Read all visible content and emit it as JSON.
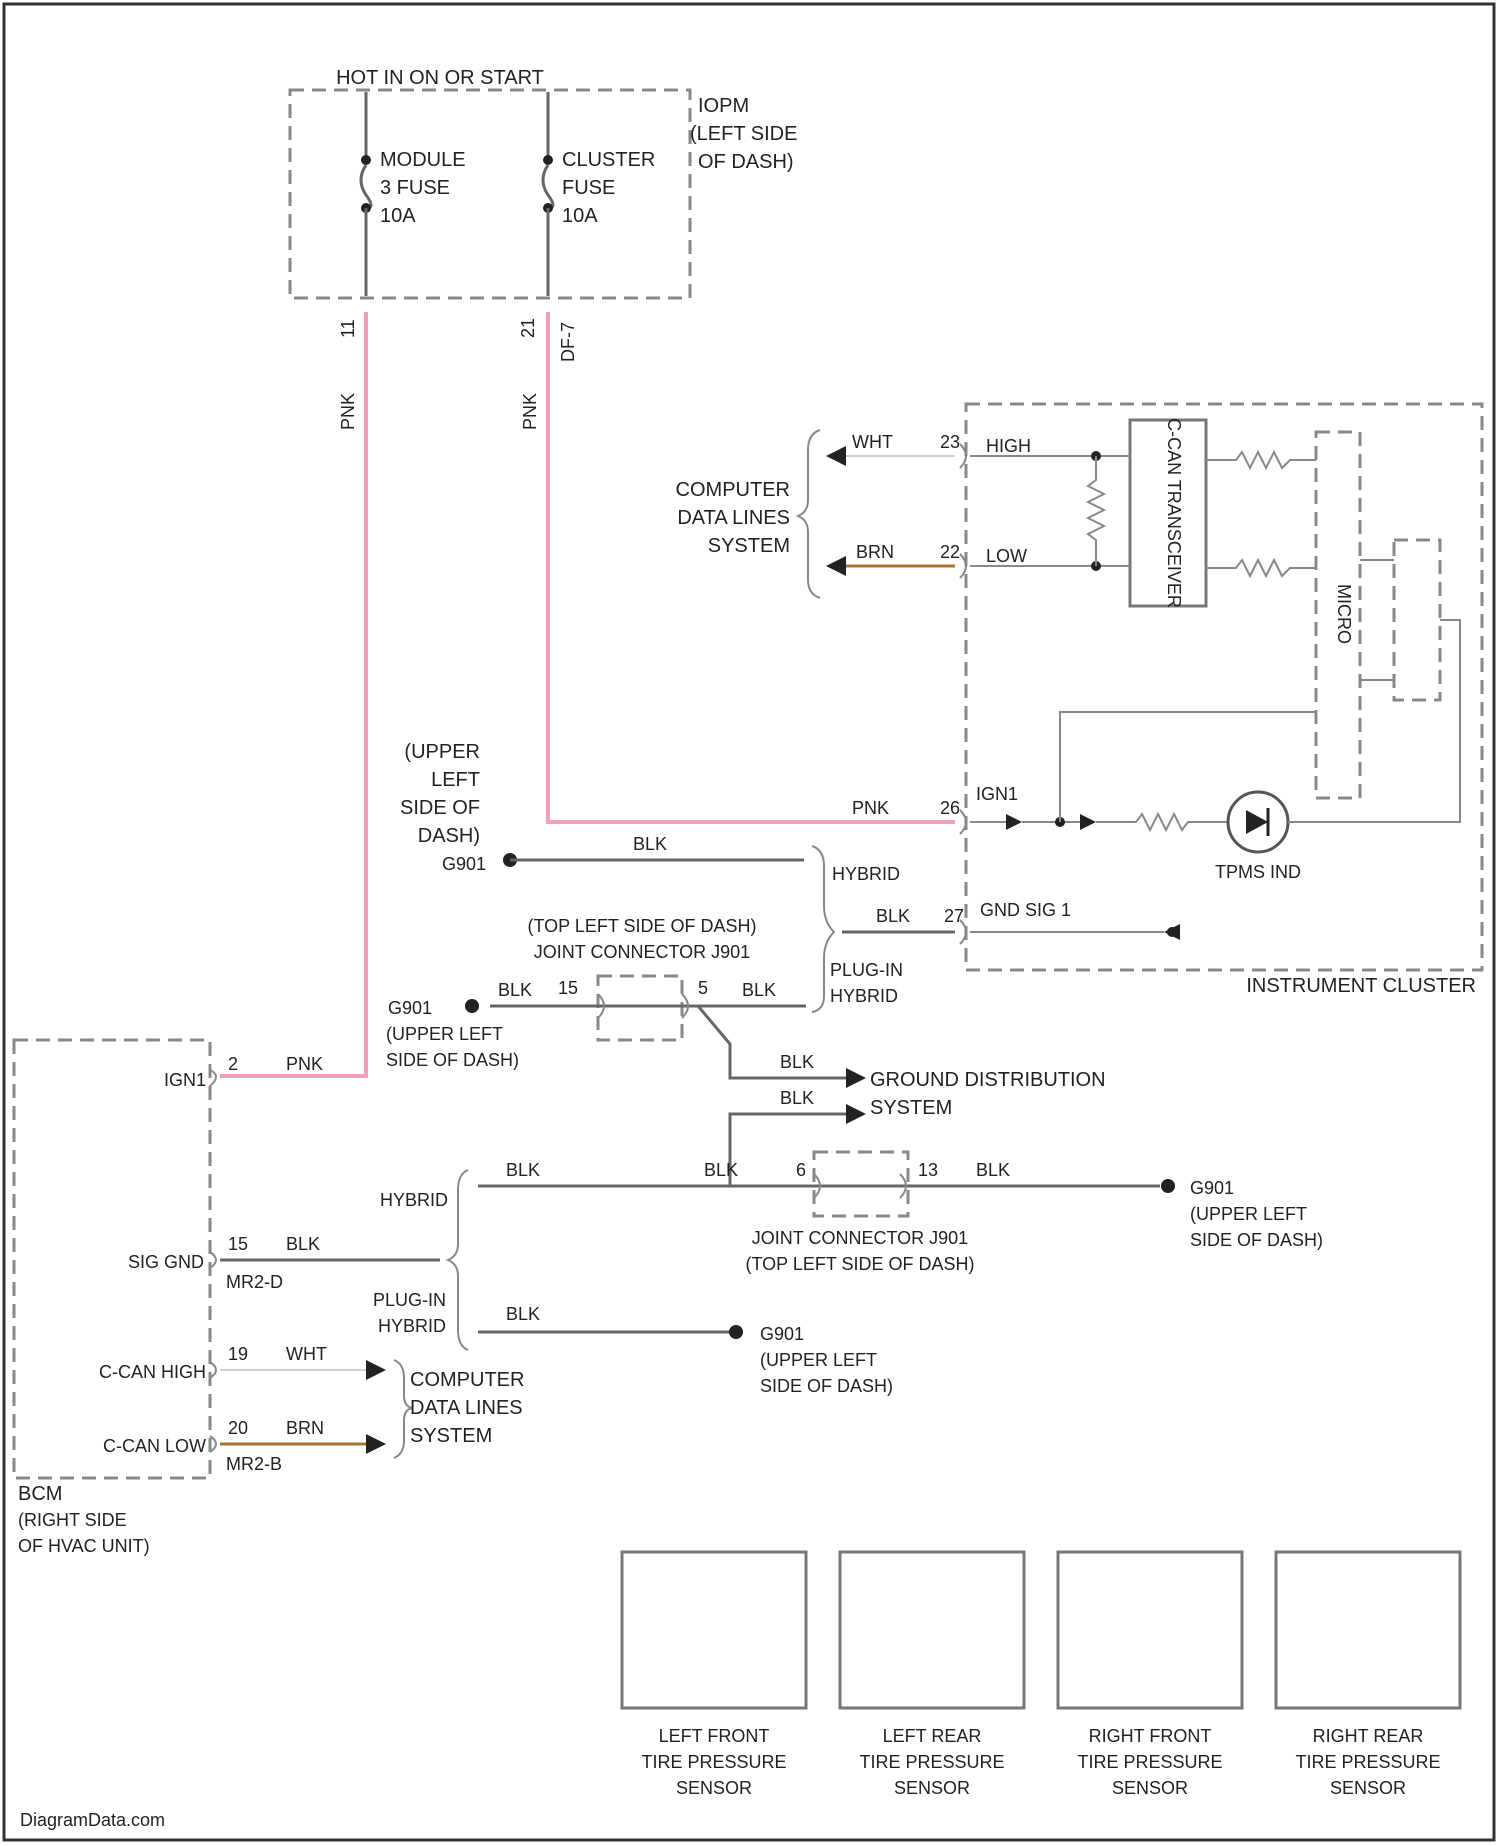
{
  "fuse_block": {
    "header": "HOT IN ON OR START",
    "name_lines": [
      "IOPM",
      "(LEFT SIDE",
      "OF DASH)"
    ],
    "fuse_module": [
      "MODULE",
      "3 FUSE",
      "10A"
    ],
    "fuse_cluster": [
      "CLUSTER",
      "FUSE",
      "10A"
    ],
    "pin_left": "11",
    "pin_right": "21",
    "conn_right": "DF-7"
  },
  "wire_colors": {
    "pnk": "PNK",
    "blk": "BLK",
    "wht": "WHT",
    "brn": "BRN"
  },
  "data_lines_label": [
    "COMPUTER",
    "DATA LINES",
    "SYSTEM"
  ],
  "cluster": {
    "pin_high": "23",
    "label_high": "HIGH",
    "pin_low": "22",
    "label_low": "LOW",
    "transceiver": "C-CAN TRANSCEIVER",
    "micro": "MICRO",
    "pin_ign": "26",
    "label_ign": "IGN1",
    "lamp_label": "TPMS IND",
    "pin_gnd": "27",
    "label_gnd": "GND SIG 1",
    "name": "INSTRUMENT CLUSTER"
  },
  "ground_upper": {
    "label_lines": [
      "(UPPER",
      "LEFT",
      "SIDE OF",
      "DASH)"
    ],
    "id": "G901"
  },
  "hybrid": "HYBRID",
  "plugin_hybrid": [
    "PLUG-IN",
    "HYBRID"
  ],
  "joint_top": {
    "label_lines": [
      "(TOP LEFT SIDE OF DASH)",
      "JOINT CONNECTOR J901"
    ],
    "pin_left": "15",
    "pin_right": "5"
  },
  "ground_mid": {
    "id": "G901",
    "label_lines": [
      "(UPPER LEFT",
      "SIDE OF DASH)"
    ]
  },
  "ground_distribution": [
    "GROUND DISTRIBUTION",
    "SYSTEM"
  ],
  "bcm": {
    "pin_ign": "2",
    "label_ign": "IGN1",
    "pin_gnd": "15",
    "label_gnd": "SIG GND",
    "conn_gnd": "MR2-D",
    "pin_high": "19",
    "label_high": "C-CAN HIGH",
    "pin_low": "20",
    "label_low": "C-CAN LOW",
    "conn_can": "MR2-B",
    "name_lines": [
      "BCM",
      "(RIGHT SIDE",
      "OF HVAC UNIT)"
    ]
  },
  "joint_bottom": {
    "pin_left": "6",
    "pin_right": "13",
    "label_lines": [
      "JOINT CONNECTOR J901",
      "(TOP LEFT SIDE OF DASH)"
    ]
  },
  "ground_right": {
    "id": "G901",
    "label_lines": [
      "(UPPER LEFT",
      "SIDE OF DASH)"
    ]
  },
  "ground_bottom": {
    "id": "G901",
    "label_lines": [
      "(UPPER LEFT",
      "SIDE OF DASH)"
    ]
  },
  "sensors": [
    {
      "lines": [
        "LEFT FRONT",
        "TIRE PRESSURE",
        "SENSOR"
      ]
    },
    {
      "lines": [
        "LEFT REAR",
        "TIRE PRESSURE",
        "SENSOR"
      ]
    },
    {
      "lines": [
        "RIGHT FRONT",
        "TIRE PRESSURE",
        "SENSOR"
      ]
    },
    {
      "lines": [
        "RIGHT REAR",
        "TIRE PRESSURE",
        "SENSOR"
      ]
    }
  ],
  "watermark": "DiagramData.com"
}
